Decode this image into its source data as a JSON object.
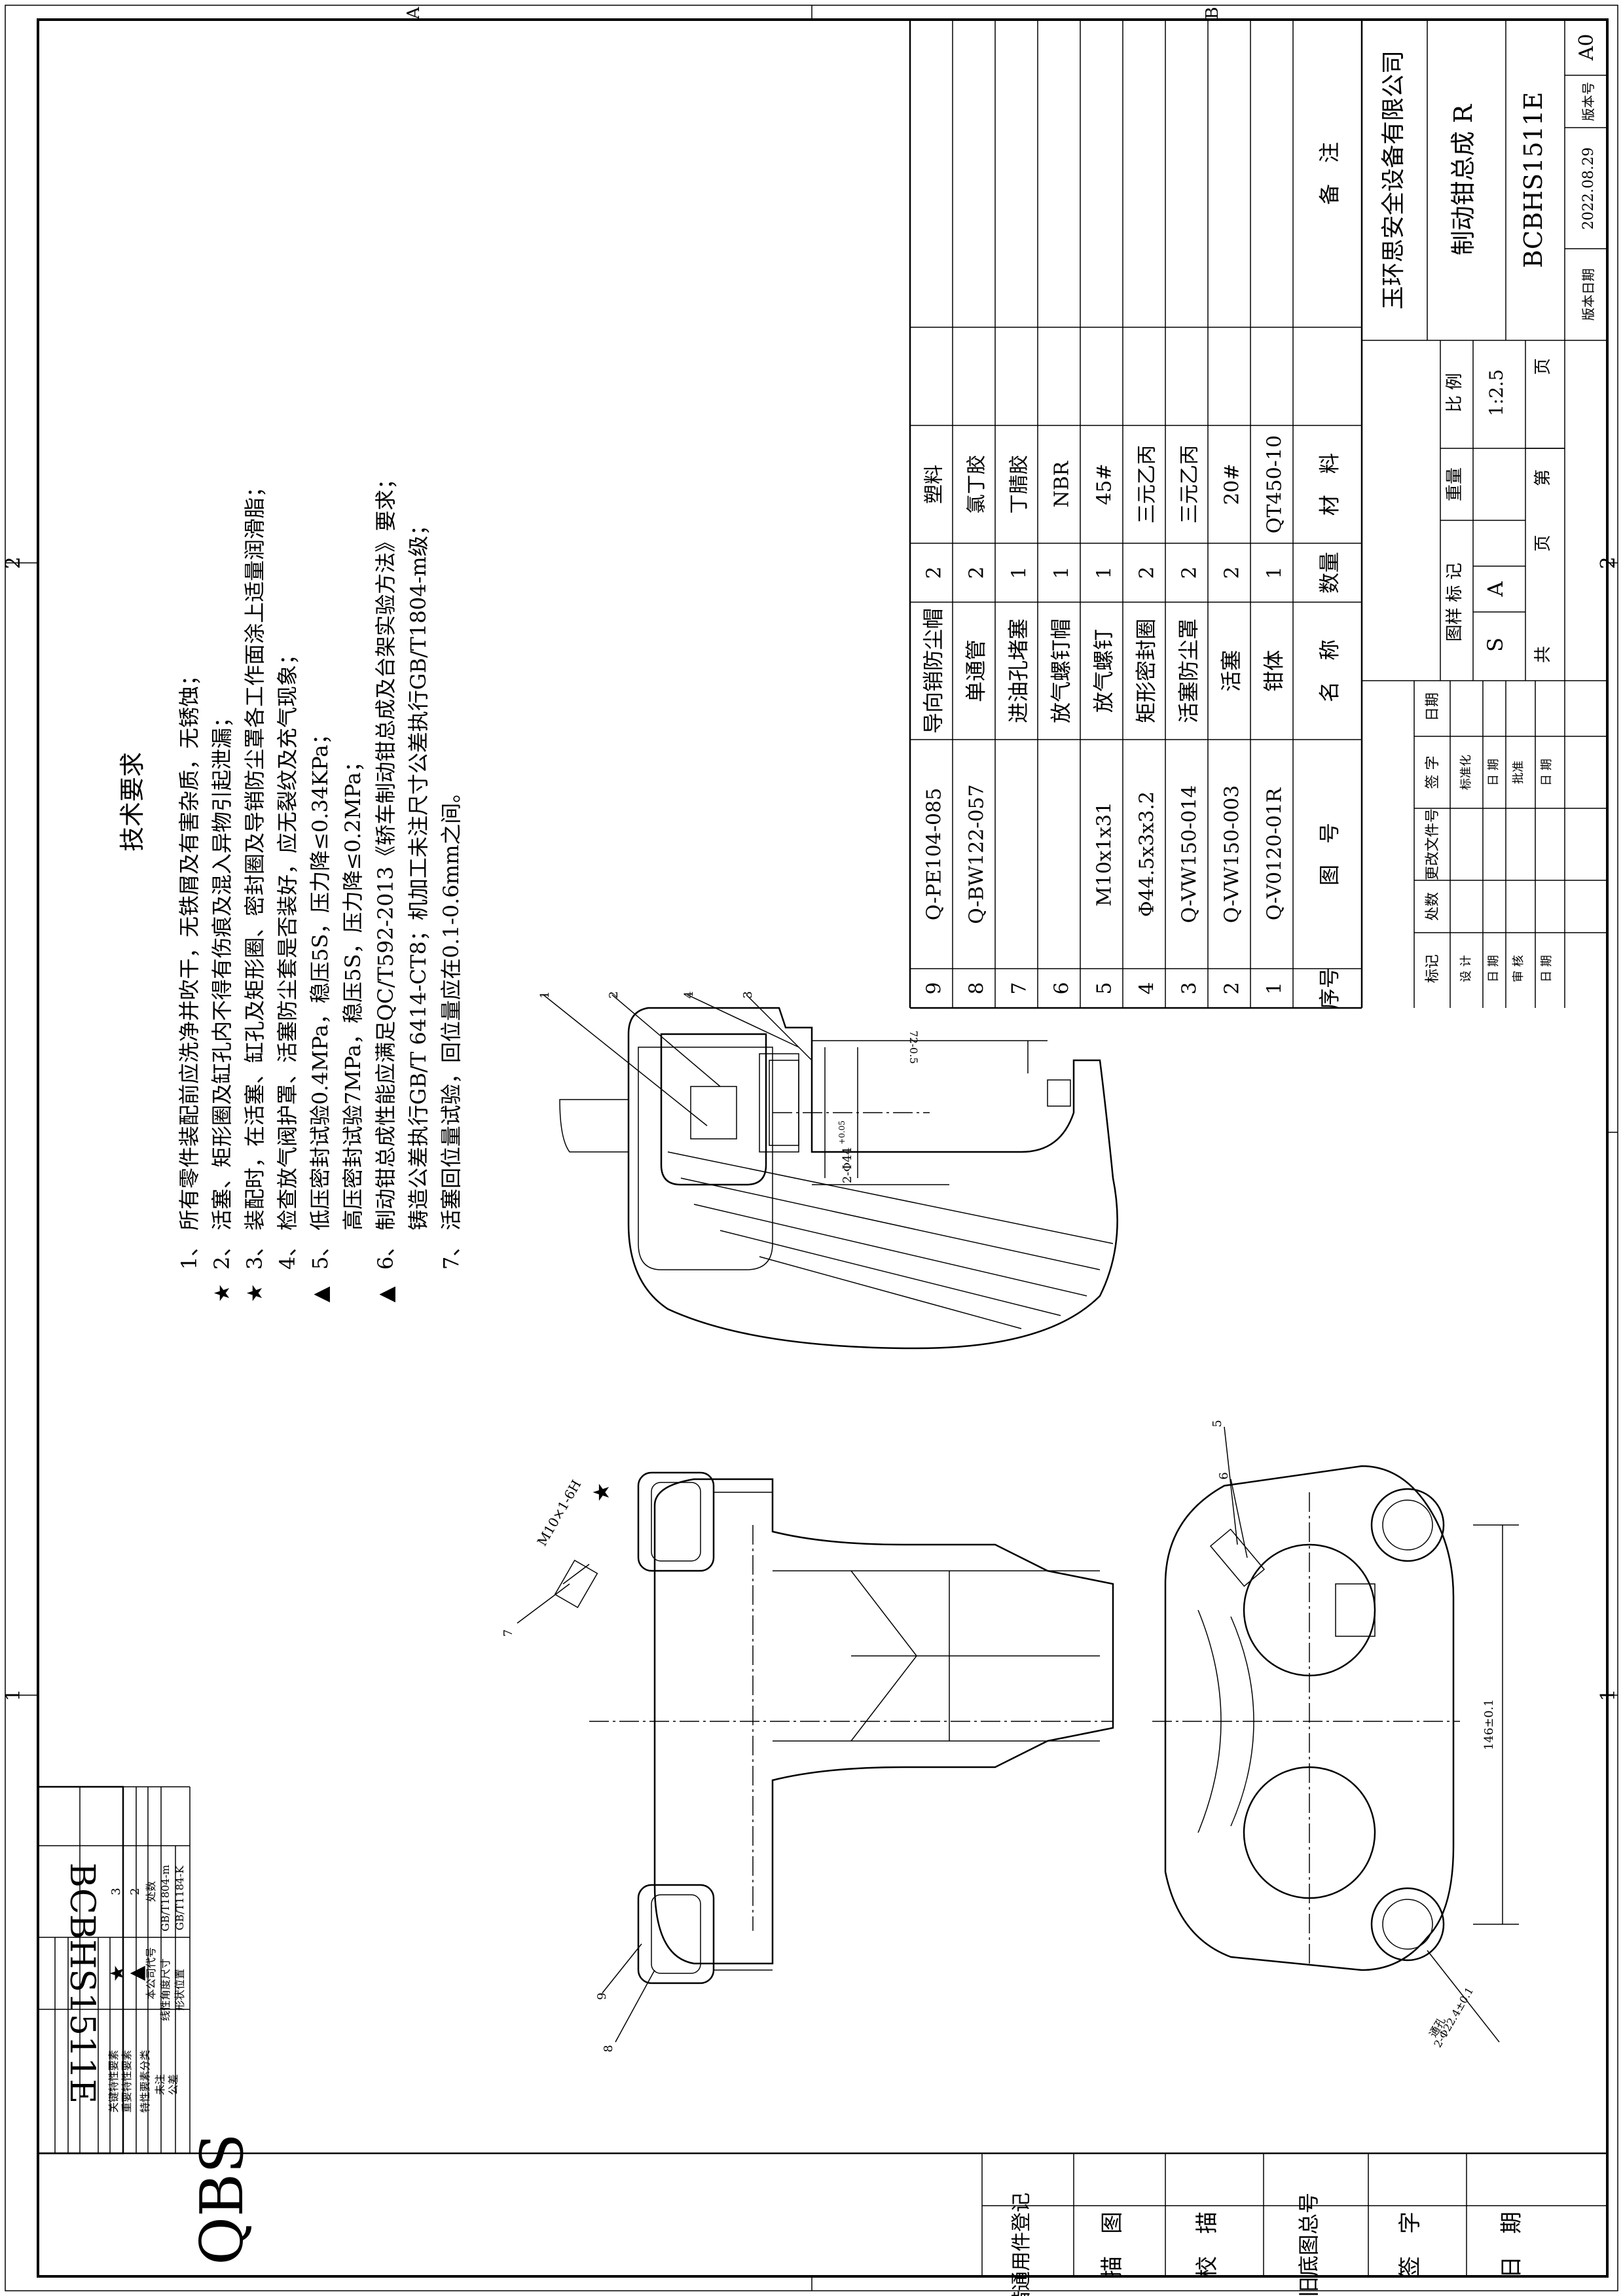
{
  "drawing": {
    "zone_marks": {
      "top_a": "A",
      "top_b": "B",
      "top_2": "2",
      "top_1": "1",
      "bottom_2": "2",
      "bottom_1": "1"
    },
    "part_code": "BCBHS1511E",
    "logo": "QBS"
  },
  "tech_requirements": {
    "title": "技术要求",
    "items": [
      {
        "mark": "",
        "num": "1、",
        "text": "所有零件装配前应洗净并吹干，无铁屑及有害杂质，无锈蚀；"
      },
      {
        "mark": "★",
        "num": "2、",
        "text": "活塞、矩形圈及缸孔内不得有伤痕及混入异物引起泄漏；"
      },
      {
        "mark": "★",
        "num": "3、",
        "text": "装配时，在活塞、缸孔及矩形圈、密封圈及导销防尘罩各工作面涂上适量润滑脂；"
      },
      {
        "mark": "",
        "num": "4、",
        "text": "检查放气阀护罩、活塞防尘套是否装好，应无裂纹及充气现象；"
      },
      {
        "mark": "▲",
        "num": "5、",
        "text": "低压密封试验0.4MPa，稳压5S，压力降≤0.34KPa；"
      },
      {
        "mark": "",
        "num": "",
        "text": "高压密封试验7MPa，稳压5S，压力降≤0.2MPa；"
      },
      {
        "mark": "▲",
        "num": "6、",
        "text": "制动钳总成性能应满足QC/T592-2013《轿车制动钳总成及台架实验方法》要求；"
      },
      {
        "mark": "",
        "num": "",
        "text": "铸造公差执行GB/T 6414-CT8；机加工未注尺寸公差执行GB/T1804-m级；"
      },
      {
        "mark": "",
        "num": "7、",
        "text": "活塞回位量试验，回位量应在0.1-0.6mm之间。"
      }
    ]
  },
  "bom": {
    "header": {
      "seq": "序号",
      "code": "图　号",
      "name": "名　称",
      "qty": "数量",
      "material": "材　料",
      "remark": "备　注"
    },
    "rows": [
      {
        "seq": "9",
        "code": "Q-PE104-085",
        "name": "导向销防尘帽",
        "qty": "2",
        "material": "塑料"
      },
      {
        "seq": "8",
        "code": "Q-BW122-057",
        "name": "单通管",
        "qty": "2",
        "material": "氯丁胶"
      },
      {
        "seq": "7",
        "code": "",
        "name": "进油孔堵塞",
        "qty": "1",
        "material": "丁腈胶"
      },
      {
        "seq": "6",
        "code": "",
        "name": "放气螺钉帽",
        "qty": "1",
        "material": "NBR"
      },
      {
        "seq": "5",
        "code": "M10x1x31",
        "name": "放气螺钉",
        "qty": "1",
        "material": "45#"
      },
      {
        "seq": "4",
        "code": "Φ44.5x3x3.2",
        "name": "矩形密封圈",
        "qty": "2",
        "material": "三元乙丙"
      },
      {
        "seq": "3",
        "code": "Q-VW150-014",
        "name": "活塞防尘罩",
        "qty": "2",
        "material": "三元乙丙"
      },
      {
        "seq": "2",
        "code": "Q-VW150-003",
        "name": "活塞",
        "qty": "2",
        "material": "20#"
      },
      {
        "seq": "1",
        "code": "Q-V0120-01R",
        "name": "钳体",
        "qty": "1",
        "material": "QT450-10"
      }
    ]
  },
  "title_block": {
    "company": "玉环思安全设备有限公司",
    "product": "制动钳总成 R",
    "drawing_no": "BCBHS1511E",
    "sheet_size": "A0",
    "version_date_label": "版本日期",
    "version_date": "2022.08.29",
    "version_no_label": "版本号",
    "scale_value": "1:2.5",
    "stage": "S",
    "stage_b": "A",
    "labels": {
      "stage_mark": "图样 标 记",
      "weight": "重量",
      "scale": "比 例",
      "total": "共",
      "page1": "页",
      "page_no": "第",
      "page2": "页",
      "mark": "标记",
      "count": "处数",
      "change_doc": "更改文件号",
      "sign": "签 字",
      "date": "日期",
      "design": "设 计",
      "standardize": "标准化",
      "check": "审 核",
      "approve": "批准",
      "date2": "日 期"
    }
  },
  "feature_table": {
    "key_label": "关键特性要素",
    "key_sym": "★",
    "key_val": "3",
    "imp_label": "重要特性要素",
    "imp_sym": "▲",
    "imp_val": "2",
    "class_label": "特性要素分类",
    "class_code": "本公司代号",
    "class_count": "处数",
    "tol_label_a": "未注",
    "tol_label_b": "公差",
    "tol1_name": "线性角度尺寸",
    "tol1_std": "GB/T1804-m",
    "tol2_name": "形状位置",
    "tol2_std": "GB/T1184-K"
  },
  "side_block": {
    "title": "借通用件登记",
    "rows": [
      "描　图",
      "校　描",
      "旧底图总号",
      "签　字",
      "日　期"
    ]
  },
  "annotations": {
    "bore_dim": "2-Φ44",
    "bore_tol": "+0.05",
    "bore_tol2": "0",
    "depth_dim": "72-0.5",
    "span_dim": "146±0.1",
    "hole_dim": "2-Φ22.4±0.1",
    "hole_note": "通孔",
    "bleed_thread": "M10×1-6H",
    "callouts": [
      "1",
      "2",
      "4",
      "3",
      "5",
      "6",
      "7",
      "8",
      "9"
    ]
  }
}
